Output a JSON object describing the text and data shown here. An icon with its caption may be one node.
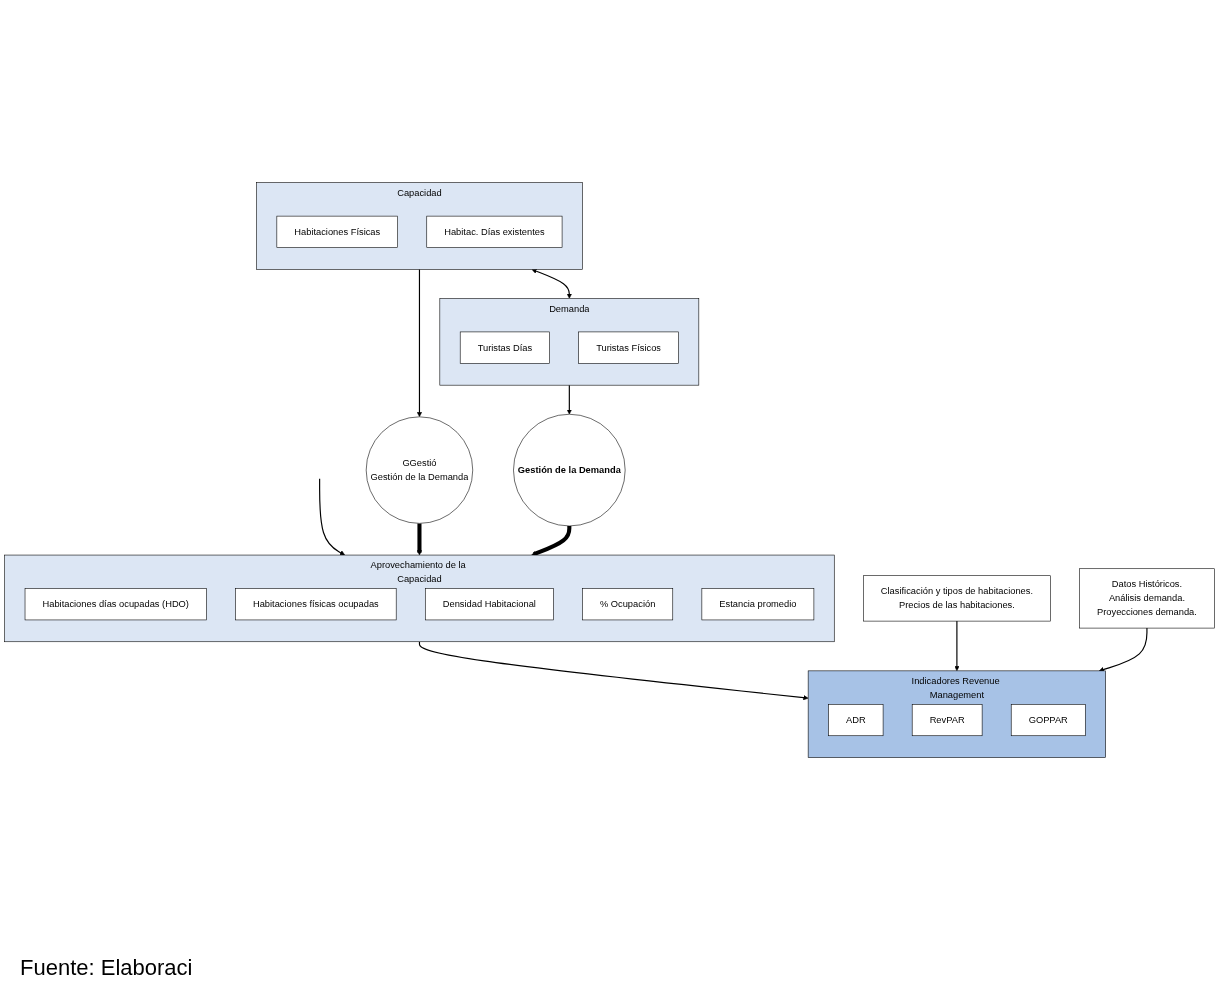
{
  "diagram": {
    "caption": "Fuente: Elaboraci",
    "nodes": [
      {
        "text": [
          "Capacidad"
        ]
      },
      {
        "text": [
          "Habitaciones Físicas"
        ],
        "in": 0
      },
      {
        "text": [
          "Habitac. Días existentes"
        ],
        "in": 0
      },
      {
        "text": [
          "Demanda"
        ]
      },
      {
        "text": [
          "Turistas Días"
        ],
        "in": 3
      },
      {
        "text": [
          "Turistas Físicos"
        ],
        "in": 3
      },
      {
        "text": [
          "GGestió",
          "Gestión de la Demanda"
        ]
      },
      {
        "text": [
          "Aprovechamiento de la Capacidad"
        ]
      },
      {
        "text": [
          "Habitaciones días ocupadas (HDO)"
        ],
        "in": 7
      },
      {
        "text": [
          "Habitaciones físicas ocupadas"
        ],
        "in": 7
      },
      {
        "text": [
          "Densidad Habitacional"
        ],
        "in": 7
      },
      {
        "text": [
          "% Ocupación"
        ],
        "in": 7
      },
      {
        "text": [
          "Estancia promedio"
        ],
        "in": 7
      },
      {
        "text": [
          "Gestión de la Demanda"
        ]
      },
      {
        "text": [
          "Clasificación y tipos de habitaciones.",
          "Precios de las habitaciones."
        ]
      },
      {
        "text": [
          "Datos Históricos.",
          "Análisis demanda.",
          "Proyecciones demanda."
        ]
      },
      {
        "text": [
          "Indicadores Revenue Management"
        ]
      },
      {
        "text": [
          "ADR"
        ],
        "in": 16
      },
      {
        "text": [
          "RevPAR"
        ],
        "in": 16
      },
      {
        "text": [
          "GOPPAR"
        ],
        "in": 16
      }
    ],
    "edges": [
      {
        "from": 0,
        "to": 3,
        "arrow": "both"
      },
      {
        "from": 0,
        "to": 6,
        "arrow": "to"
      },
      {
        "from": null,
        "to": 7,
        "arrow": "to"
      },
      {
        "from": 3,
        "to": 13,
        "arrow": "to"
      },
      {
        "from": 6,
        "to": 7,
        "arrow": "to",
        "style": "thick"
      },
      {
        "from": 13,
        "to": 7,
        "arrow": "to",
        "style": "thick"
      },
      {
        "from": 7,
        "to": 16,
        "arrow": "to"
      },
      {
        "from": 14,
        "to": 16,
        "arrow": "to"
      },
      {
        "from": 15,
        "to": 16,
        "arrow": "to"
      }
    ]
  }
}
